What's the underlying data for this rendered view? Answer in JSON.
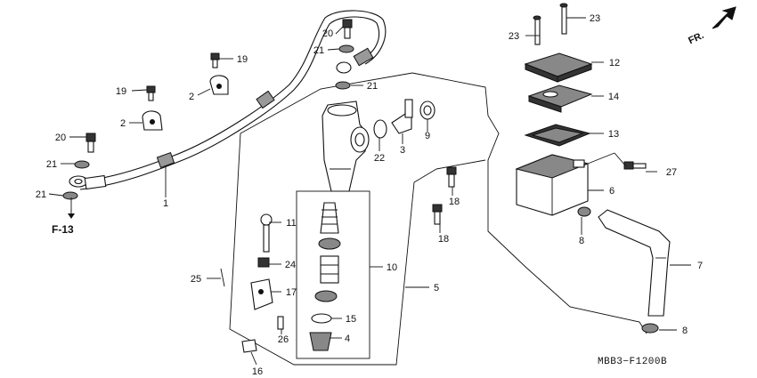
{
  "diagram": {
    "code": "MBB3−F1200B",
    "direction_label": "FR.",
    "page_ref": "F-13"
  },
  "callouts": [
    {
      "id": "c1",
      "label": "1"
    },
    {
      "id": "c2a",
      "label": "2"
    },
    {
      "id": "c2b",
      "label": "2"
    },
    {
      "id": "c3",
      "label": "3"
    },
    {
      "id": "c4",
      "label": "4"
    },
    {
      "id": "c5",
      "label": "5"
    },
    {
      "id": "c6",
      "label": "6"
    },
    {
      "id": "c7",
      "label": "7"
    },
    {
      "id": "c8a",
      "label": "8"
    },
    {
      "id": "c8b",
      "label": "8"
    },
    {
      "id": "c9",
      "label": "9"
    },
    {
      "id": "c10",
      "label": "10"
    },
    {
      "id": "c11",
      "label": "11"
    },
    {
      "id": "c12",
      "label": "12"
    },
    {
      "id": "c13",
      "label": "13"
    },
    {
      "id": "c14",
      "label": "14"
    },
    {
      "id": "c15",
      "label": "15"
    },
    {
      "id": "c16",
      "label": "16"
    },
    {
      "id": "c17",
      "label": "17"
    },
    {
      "id": "c18a",
      "label": "18"
    },
    {
      "id": "c18b",
      "label": "18"
    },
    {
      "id": "c19a",
      "label": "19"
    },
    {
      "id": "c19b",
      "label": "19"
    },
    {
      "id": "c20a",
      "label": "20"
    },
    {
      "id": "c20b",
      "label": "20"
    },
    {
      "id": "c21a",
      "label": "21"
    },
    {
      "id": "c21b",
      "label": "21"
    },
    {
      "id": "c21c",
      "label": "21"
    },
    {
      "id": "c21d",
      "label": "21"
    },
    {
      "id": "c22",
      "label": "22"
    },
    {
      "id": "c23a",
      "label": "23"
    },
    {
      "id": "c23b",
      "label": "23"
    },
    {
      "id": "c24",
      "label": "24"
    },
    {
      "id": "c25",
      "label": "25"
    },
    {
      "id": "c26",
      "label": "26"
    },
    {
      "id": "c27",
      "label": "27"
    }
  ]
}
